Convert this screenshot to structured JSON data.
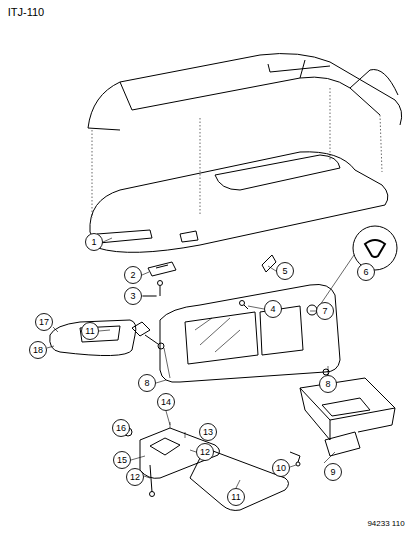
{
  "diagram": {
    "labels": [
      "ITJ-110",
      "1",
      "2",
      "3",
      "4",
      "5",
      "6",
      "7",
      "8",
      "17",
      "11",
      "18",
      "8",
      "14",
      "16",
      "13",
      "12",
      "15",
      "12",
      "11",
      "10",
      "9",
      "94233 110"
    ]
  }
}
